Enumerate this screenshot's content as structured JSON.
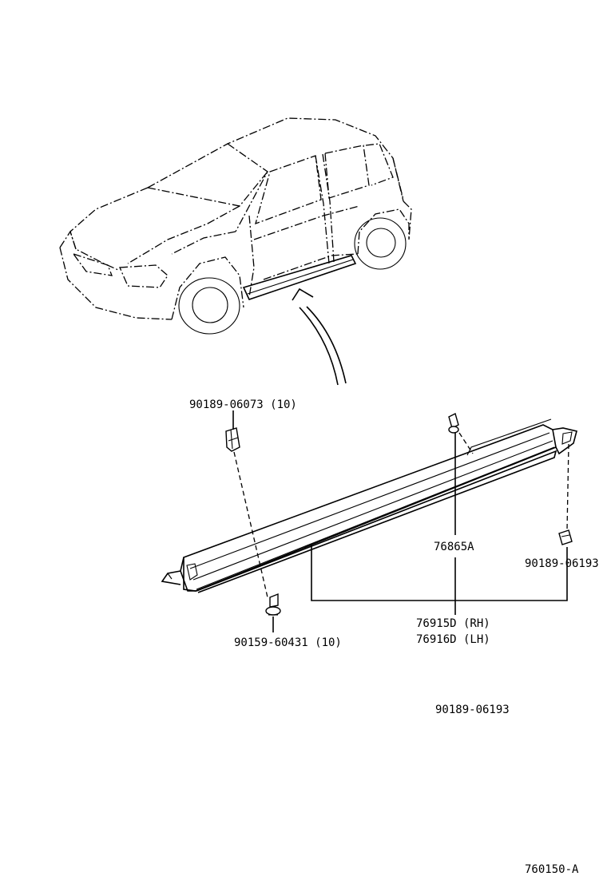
{
  "labels": {
    "part_clip_upper": "90189-06073 (10)",
    "part_clip_lower": "90159-60431 (10)",
    "part_molding_clip": "76865A",
    "part_clip_right": "90189-06193",
    "part_moulding_rh": "76915D (RH)",
    "part_moulding_lh": "76916D (LH)",
    "part_extra": "90189-06193",
    "diagram_code": "760150-A"
  }
}
